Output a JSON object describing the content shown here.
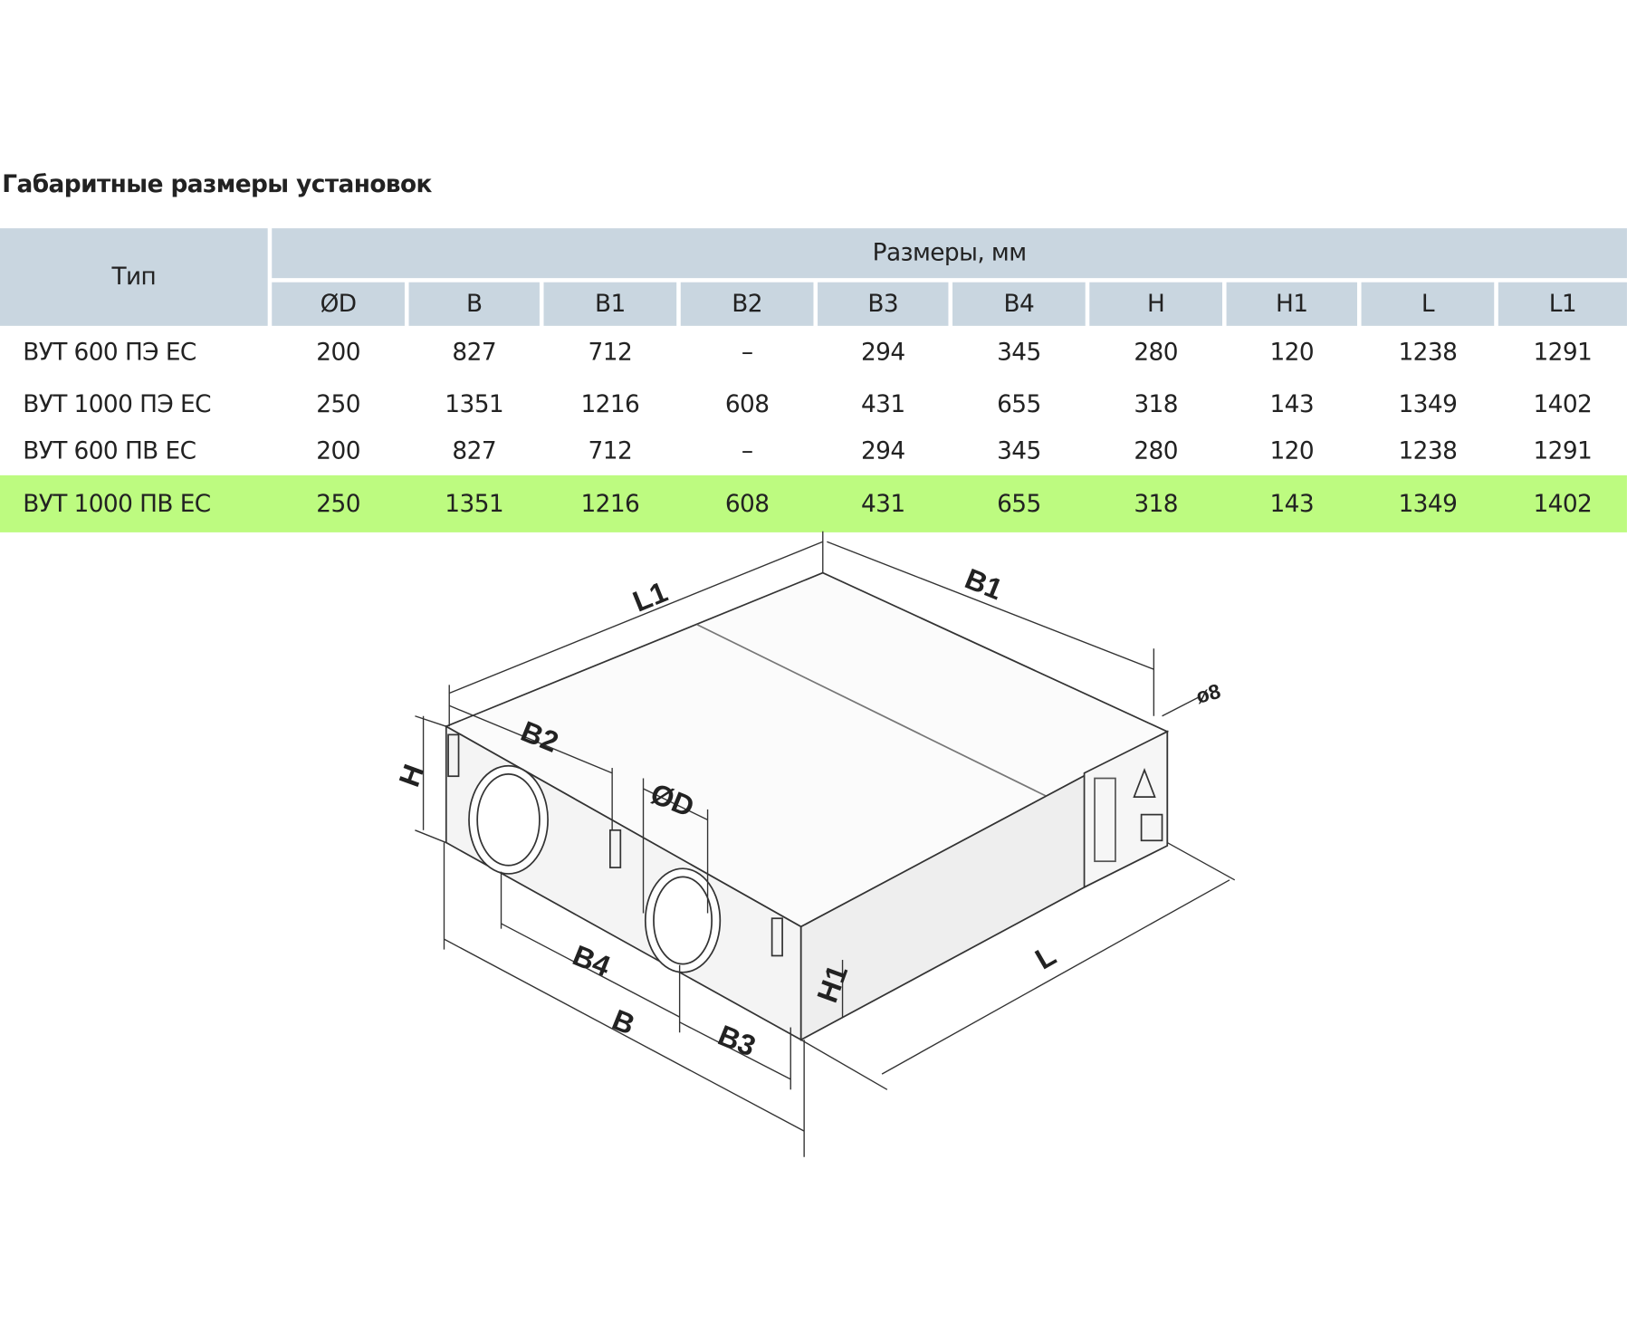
{
  "title": "Габаритные размеры установок",
  "table": {
    "type_header": "Тип",
    "group_header": "Размеры, мм",
    "columns": [
      "ØD",
      "B",
      "B1",
      "B2",
      "B3",
      "B4",
      "H",
      "H1",
      "L",
      "L1"
    ],
    "rows": [
      {
        "name": "ВУТ 600 ПЭ ЕС",
        "values": [
          "200",
          "827",
          "712",
          "–",
          "294",
          "345",
          "280",
          "120",
          "1238",
          "1291"
        ]
      },
      {
        "name": "ВУТ 1000 ПЭ ЕС",
        "values": [
          "250",
          "1351",
          "1216",
          "608",
          "431",
          "655",
          "318",
          "143",
          "1349",
          "1402"
        ]
      },
      {
        "name": "ВУТ 600 ПВ ЕС",
        "values": [
          "200",
          "827",
          "712",
          "–",
          "294",
          "345",
          "280",
          "120",
          "1238",
          "1291"
        ]
      },
      {
        "name": "ВУТ 1000 ПВ ЕС",
        "values": [
          "250",
          "1351",
          "1216",
          "608",
          "431",
          "655",
          "318",
          "143",
          "1349",
          "1402"
        ],
        "highlighted": true
      }
    ]
  },
  "drawing": {
    "labels": {
      "L1": "L1",
      "B1": "B1",
      "B2": "B2",
      "D": "ØD",
      "H": "H",
      "H1": "H1",
      "L": "L",
      "B": "B",
      "B4": "B4",
      "B3": "B3",
      "hole": "ø8"
    }
  },
  "colors": {
    "header": "#c9d6e0",
    "highlight": "#bdfb80"
  }
}
